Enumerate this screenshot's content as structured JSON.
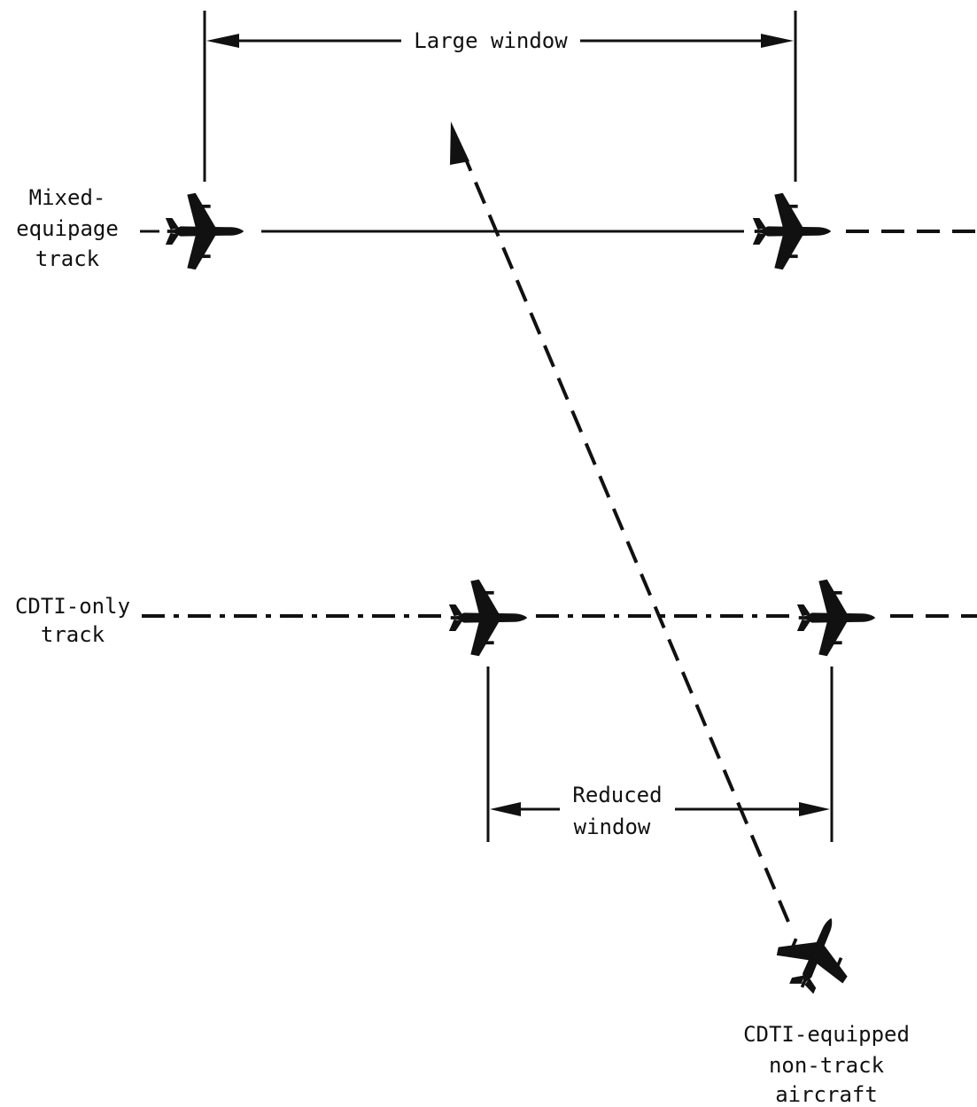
{
  "labels": {
    "large_window": "Large window",
    "mixed_track": [
      "Mixed-",
      "equipage",
      "track"
    ],
    "cdti_track": [
      "CDTI-only",
      "track"
    ],
    "reduced_window": [
      "Reduced",
      "window"
    ],
    "nontrack_aircraft": [
      "CDTI-equipped",
      "non-track",
      "aircraft"
    ]
  },
  "icons": {
    "aircraft": "airplane-icon",
    "arrow": "arrowhead-icon"
  },
  "colors": {
    "ink": "#111111",
    "background": "#ffffff"
  }
}
